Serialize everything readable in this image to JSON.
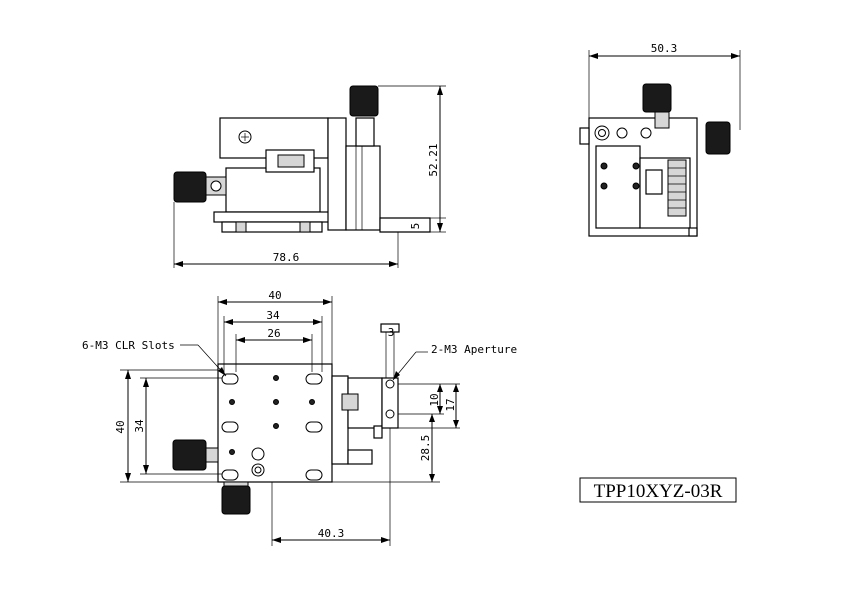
{
  "dimensions": {
    "side_width": "78.6",
    "side_height": "52.21",
    "side_base": "5",
    "front_width": "50.3",
    "top_outer": "40",
    "top_mid": "34",
    "top_inner": "26",
    "left_outer": "40",
    "left_inner": "34",
    "aperture_width": "3",
    "aperture_10": "10",
    "aperture_17": "17",
    "aperture_offset": "28.5",
    "bottom_offset": "40.3"
  },
  "labels": {
    "slots": "6-M3 CLR Slots",
    "aperture": "2-M3 Aperture"
  },
  "model": "TPP10XYZ-03R"
}
